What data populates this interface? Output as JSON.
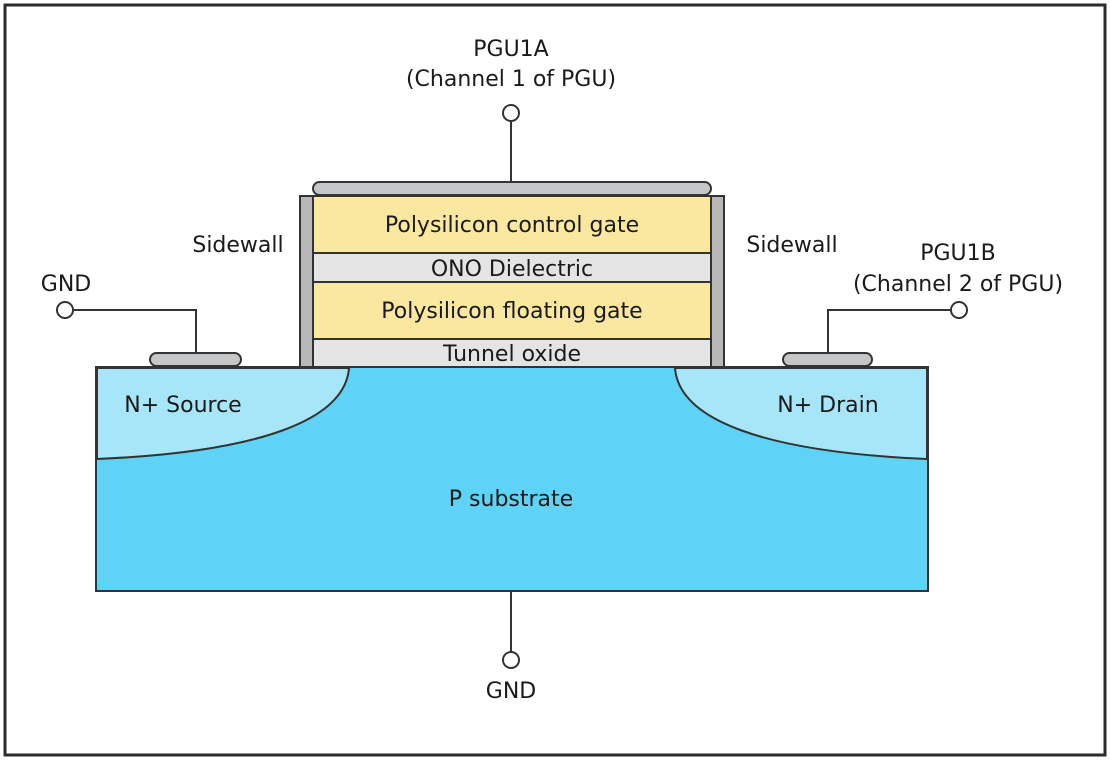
{
  "labels": {
    "top_terminal_name": "PGU1A",
    "top_terminal_desc": "(Channel 1 of PGU)",
    "control_gate": "Polysilicon control gate",
    "ono_dielectric": "ONO Dielectric",
    "floating_gate": "Polysilicon floating gate",
    "tunnel_oxide": "Tunnel oxide",
    "sidewall_left": "Sidewall",
    "sidewall_right": "Sidewall",
    "source_terminal": "GND",
    "drain_terminal_name": "PGU1B",
    "drain_terminal_desc": "(Channel 2 of PGU)",
    "source_region": "N+ Source",
    "drain_region": "N+ Drain",
    "substrate": "P substrate",
    "substrate_terminal": "GND"
  },
  "colors": {
    "frame": "#2b2b2b",
    "gate_yellow": "#fbe8a0",
    "oxide_gray": "#e4e4e4",
    "sidewall_gray": "#b8b8b8",
    "contact_gray": "#c4c6c8",
    "substrate_blue": "#5ed3f5",
    "nplus_blue": "#a7e6f8",
    "stroke": "#333333"
  }
}
